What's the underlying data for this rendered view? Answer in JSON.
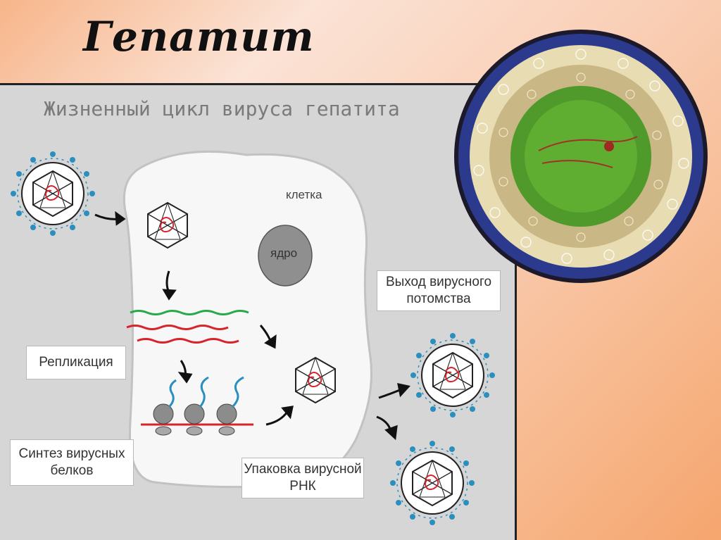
{
  "slide": {
    "title": "Гепатит"
  },
  "diagram": {
    "title": "Жизненный цикл вируса гепатита",
    "cell_label": "клетка",
    "nucleus_label": "ядро",
    "labels": {
      "replication": "Репликация",
      "protein_synthesis": "Синтез вирусных белков",
      "rna_packaging": "Упаковка вирусной РНК",
      "virus_exit": "Выход вирусного потомства"
    }
  },
  "colors": {
    "virion_spikes": "#2a8fbf",
    "rna_red": "#d8232a",
    "rna_green": "#2aa84a",
    "virus_envelope": "#2b3a8c",
    "virus_core": "#4f9a2a"
  }
}
